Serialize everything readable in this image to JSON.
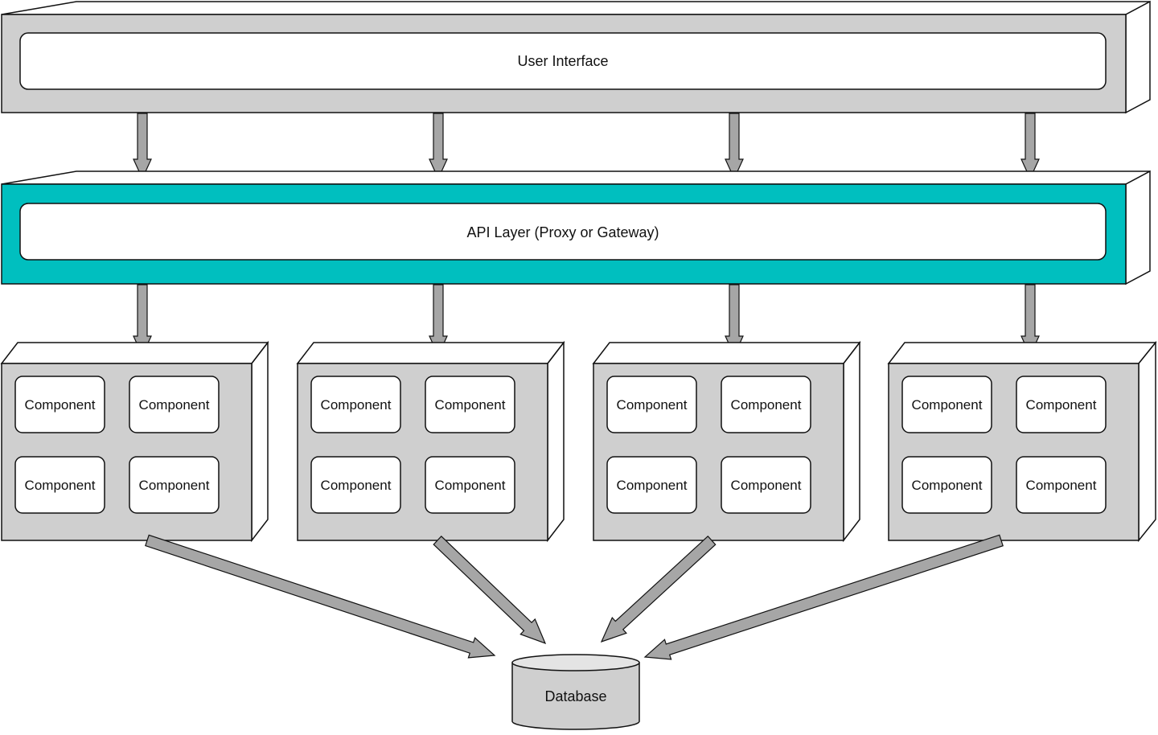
{
  "colors": {
    "panel_gray": "#cfcfcf",
    "api_accent": "#00bfbf",
    "box_white": "#ffffff",
    "stroke": "#111111",
    "arrow_fill": "#a6a6a6"
  },
  "ui_layer": {
    "label": "User Interface"
  },
  "api_layer": {
    "label": "API Layer (Proxy or Gateway)"
  },
  "services": [
    {
      "components": [
        "Component",
        "Component",
        "Component",
        "Component"
      ]
    },
    {
      "components": [
        "Component",
        "Component",
        "Component",
        "Component"
      ]
    },
    {
      "components": [
        "Component",
        "Component",
        "Component",
        "Component"
      ]
    },
    {
      "components": [
        "Component",
        "Component",
        "Component",
        "Component"
      ]
    }
  ],
  "database": {
    "label": "Database"
  }
}
